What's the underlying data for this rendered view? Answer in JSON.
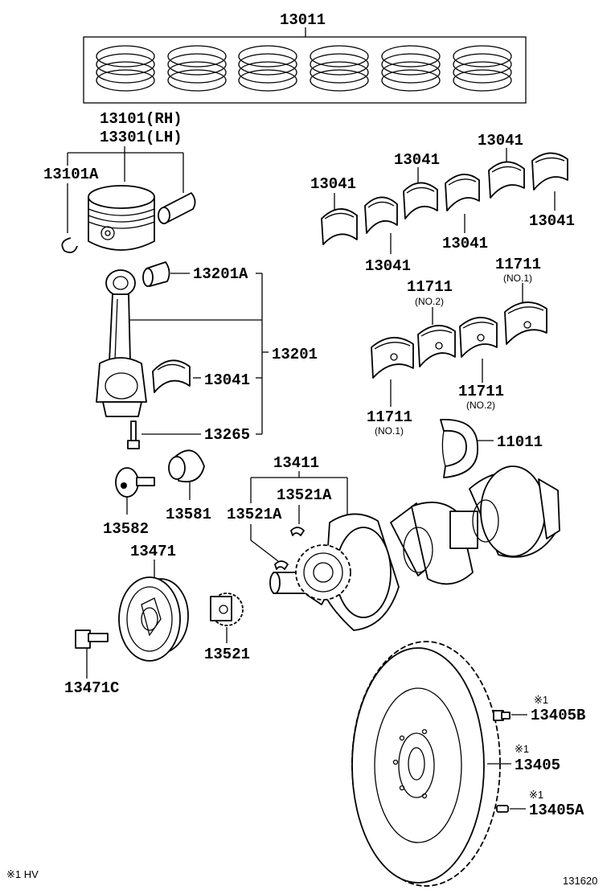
{
  "labels": {
    "piston_ring_set": "13011",
    "piston_rh": "13101(RH)",
    "piston_lh": "13301(LH)",
    "snap_ring": "13101A",
    "conrod_bushing": "13201A",
    "conrod_assy": "13201",
    "conrod_bearing": "13041",
    "conrod_bolt": "13265",
    "main_bearing_1": "13041",
    "main_bearing_2": "13041",
    "main_bearing_3": "13041",
    "main_bearing_4": "13041",
    "main_bearing_5": "13041",
    "main_bearing_6": "13041",
    "crank_bearing_top_right": "11711",
    "crank_bearing_top_right_sub": "(NO.1)",
    "crank_bearing_top_mid": "11711",
    "crank_bearing_top_mid_sub": "(NO.2)",
    "crank_bearing_bottom_mid": "11711",
    "crank_bearing_bottom_mid_sub": "(NO.2)",
    "crank_bearing_bottom_left": "11711",
    "crank_bearing_bottom_left_sub": "(NO.1)",
    "thrust_washer": "11011",
    "crankshaft": "13411",
    "key_upper": "13521A",
    "key_lower": "13521A",
    "washer_bolt": "13582",
    "spacer": "13581",
    "pulley": "13471",
    "pulley_bolt": "13471C",
    "timing_gear": "13521",
    "flywheel_bolt": "13405B",
    "flywheel": "13405",
    "flywheel_pin": "13405A",
    "mark_bolt": "※1",
    "mark_flywheel": "※1",
    "mark_pin": "※1"
  },
  "footnote": "※1 HV",
  "diagram_number": "131620"
}
